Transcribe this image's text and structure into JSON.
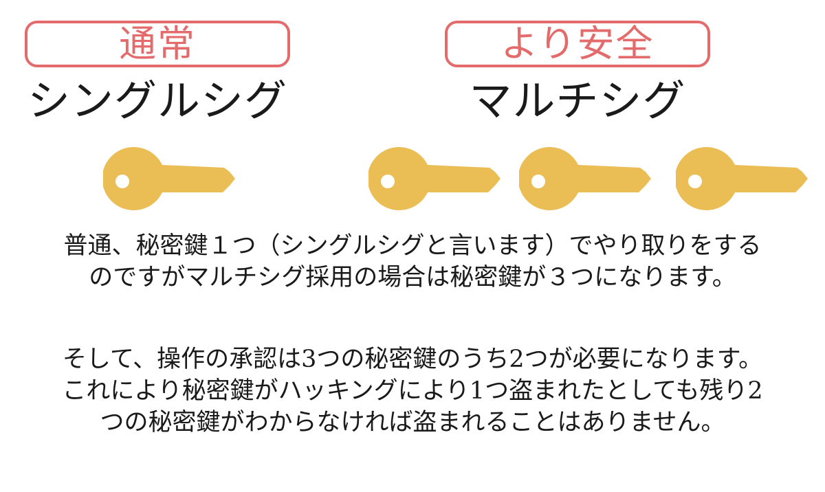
{
  "colors": {
    "badge_border": "#e36b6b",
    "badge_text": "#e36b6b",
    "key_fill": "#ebbd55",
    "text": "#1a1a1a"
  },
  "single": {
    "badge": "通常",
    "title": "シングルシグ",
    "key_count": 1,
    "key_icon": "key-icon"
  },
  "multi": {
    "badge": "より安全",
    "title": "マルチシグ",
    "key_count": 3,
    "key_icon": "key-icon"
  },
  "paragraph1": {
    "lines": [
      "普通、秘密鍵１つ（シングルシグと言います）でやり取りをする",
      "のですがマルチシグ採用の場合は秘密鍵が３つになります。"
    ]
  },
  "paragraph2": {
    "lines": [
      "そして、操作の承認は3つの秘密鍵のうち2つが必要になります。",
      "これにより秘密鍵がハッキングにより1つ盗まれたとしても残り2",
      "つの秘密鍵がわからなければ盗まれることはありません。"
    ]
  }
}
